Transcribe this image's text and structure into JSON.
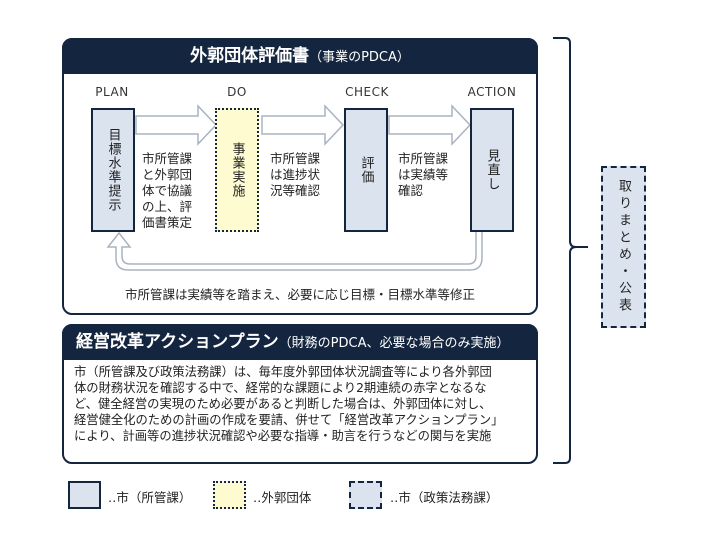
{
  "pdca_panel": {
    "title": "外郭団体評価書",
    "subtitle": "（事業のPDCA）",
    "phases": [
      {
        "label": "PLAN",
        "box_text": "目標水準提示",
        "box_style": "solid"
      },
      {
        "label": "DO",
        "box_text": "事業実施",
        "box_style": "dotted"
      },
      {
        "label": "CHECK",
        "box_text": "評価",
        "box_style": "solid"
      },
      {
        "label": "ACTION",
        "box_text": "見直し",
        "box_style": "solid"
      }
    ],
    "arrow_notes": [
      "市所管課\nと外郭団\n体で協議\nの上、評\n価書策定",
      "市所管課\nは進捗状\n況等確認",
      "市所管課\nは実績等\n確認"
    ],
    "feedback_note": "市所管課は実績等を踏まえ、必要に応じ目標・目標水準等修正"
  },
  "reform_panel": {
    "title": "経営改革アクションプラン",
    "subtitle": "（財務のPDCA、必要な場合のみ実施）",
    "body": "市（所管課及び政策法務課）は、毎年度外郭団体状況調査等により各外郭団\n体の財務状況を確認する中で、経常的な課題により2期連続の赤字となるな\nど、健全経営の実現のため必要があると判断した場合は、外郭団体に対し、\n経営健全化のための計画の作成を要請、併せて「経営改革アクションプラン」\nにより、計画等の進捗状況確認や必要な指導・助言を行うなどの関与を実施"
  },
  "side_box": {
    "text": "取りまとめ・公表",
    "box_style": "dashed"
  },
  "legend": [
    {
      "style": "solid",
      "label": "‥市（所管課）"
    },
    {
      "style": "dotted",
      "label": "‥外郭団体"
    },
    {
      "style": "dashed",
      "label": "‥市（政策法務課）"
    }
  ],
  "colors": {
    "navy": "#14253f",
    "city_box_fill": "#dbe3ef",
    "external_box_fill": "#fdfbcf",
    "arrow_outline": "#a9b3bf"
  }
}
